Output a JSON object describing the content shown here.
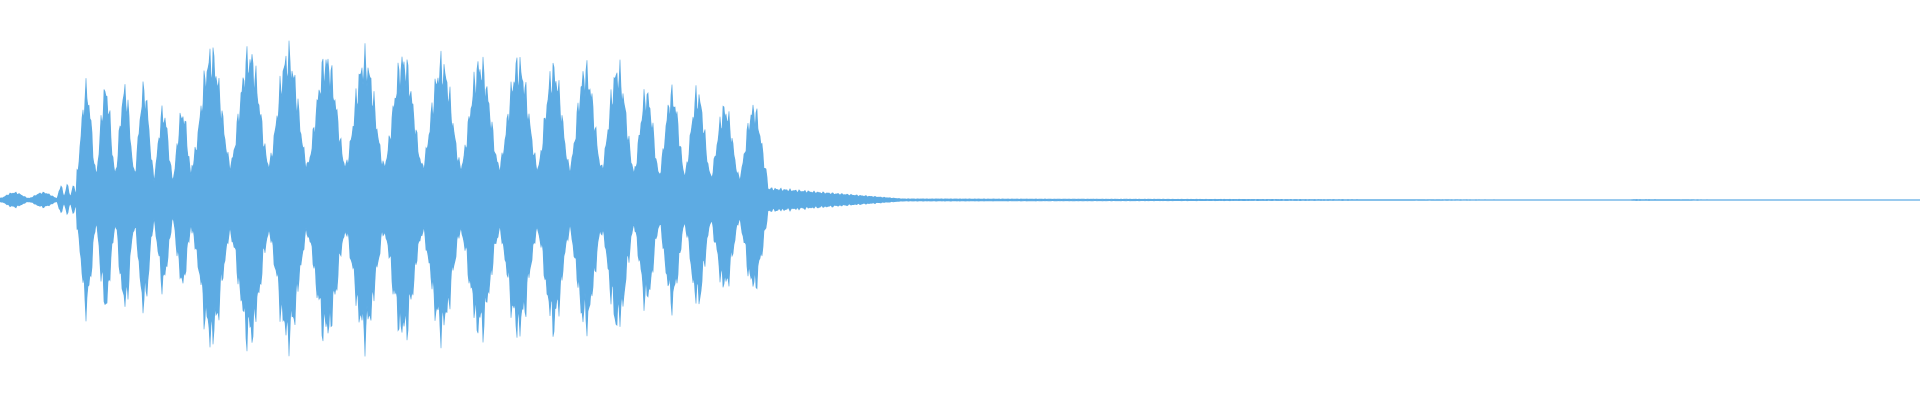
{
  "waveform": {
    "color": "#5DABE3",
    "background": "#FFFFFF",
    "segments": [
      {
        "t0": 0.0,
        "t1": 0.03,
        "amp": 0.05,
        "cycles": 2
      },
      {
        "t0": 0.03,
        "t1": 0.04,
        "amp": 0.1,
        "cycles": 3
      },
      {
        "t0": 0.04,
        "t1": 0.08,
        "amp": 0.75,
        "cycles": 4
      },
      {
        "t0": 0.08,
        "t1": 0.1,
        "amp": 0.6,
        "cycles": 2
      },
      {
        "t0": 0.1,
        "t1": 0.16,
        "amp": 0.98,
        "cycles": 3
      },
      {
        "t0": 0.16,
        "t1": 0.22,
        "amp": 0.95,
        "cycles": 3
      },
      {
        "t0": 0.22,
        "t1": 0.28,
        "amp": 0.92,
        "cycles": 3
      },
      {
        "t0": 0.28,
        "t1": 0.33,
        "amp": 0.88,
        "cycles": 3
      },
      {
        "t0": 0.33,
        "t1": 0.37,
        "amp": 0.72,
        "cycles": 3
      },
      {
        "t0": 0.37,
        "t1": 0.4,
        "amp": 0.62,
        "cycles": 2
      },
      {
        "t0": 0.4,
        "t1": 0.47,
        "amp": 0.08,
        "cycles": 0
      },
      {
        "t0": 0.47,
        "t1": 0.85,
        "amp": 0.008,
        "cycles": 0
      },
      {
        "t0": 0.85,
        "t1": 0.93,
        "amp": 0.004,
        "cycles": 0
      }
    ]
  }
}
